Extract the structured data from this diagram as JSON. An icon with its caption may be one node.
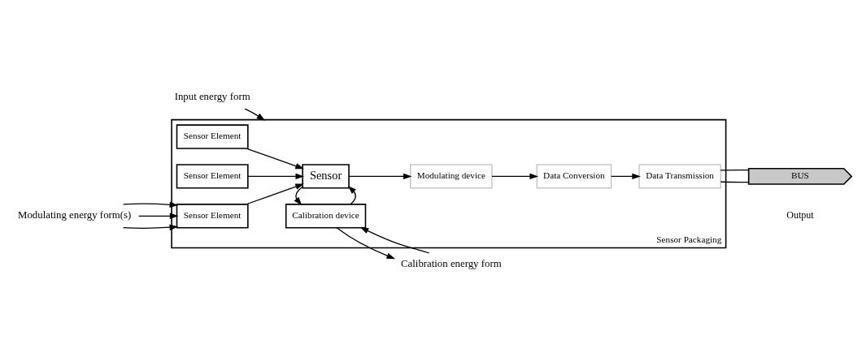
{
  "diagram": {
    "nodes": [
      {
        "text": [
          "Sensor Packaging"
        ]
      },
      {
        "text": [
          "Sensor Element"
        ],
        "in": 0
      },
      {
        "text": [
          "Sensor Element"
        ],
        "in": 0
      },
      {
        "text": [
          "Sensor Element"
        ],
        "in": 0
      },
      {
        "text": [
          "Calibration device"
        ],
        "in": 0
      },
      {
        "text": [
          "Sensor"
        ],
        "in": 0
      },
      {
        "text": [
          "Modulating device"
        ],
        "in": 0
      },
      {
        "text": [
          "Data Conversion"
        ],
        "in": 0
      },
      {
        "text": [
          "Data Transmission"
        ],
        "in": 0
      },
      {
        "text": [
          "Input energy form"
        ]
      },
      {
        "text": [
          "Calibration energy form"
        ]
      },
      {
        "text": [
          "Modulating energy form(s)"
        ]
      },
      {
        "text": [
          "BUS"
        ]
      }
    ],
    "edges": [
      {
        "from": 9,
        "to": 0,
        "arrow": "to"
      },
      {
        "from": 10,
        "to": 4,
        "arrow": "to"
      },
      {
        "from": 4,
        "to": 10,
        "arrow": "to"
      },
      {
        "from": 1,
        "to": 5,
        "arrow": "to"
      },
      {
        "from": 2,
        "to": 5,
        "arrow": "to"
      },
      {
        "from": 3,
        "to": 5,
        "arrow": "to"
      },
      {
        "from": 4,
        "to": 5,
        "arrow": "to"
      },
      {
        "from": 5,
        "to": 4,
        "arrow": "to"
      },
      {
        "from": 11,
        "to": 3,
        "arrow": "to"
      },
      {
        "from": 11,
        "to": 3,
        "arrow": "to"
      },
      {
        "from": 11,
        "to": 3,
        "arrow": "to"
      },
      {
        "from": 5,
        "to": 6,
        "arrow": "to"
      },
      {
        "from": 6,
        "to": 7,
        "arrow": "to"
      },
      {
        "from": 7,
        "to": 8,
        "arrow": "to"
      },
      {
        "from": 8,
        "to": 12,
        "arrow": "none"
      },
      {
        "from": 8,
        "to": 12,
        "arrow": "none"
      }
    ],
    "labels": [
      "Output"
    ]
  }
}
